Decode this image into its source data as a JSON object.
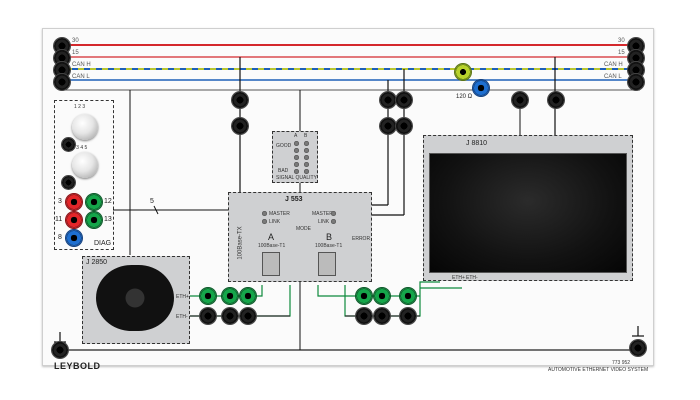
{
  "rails": [
    "30",
    "15",
    "CAN H",
    "CAN L"
  ],
  "resistor_label": "120 Ω",
  "diag": {
    "label": "DIAG",
    "sockets": [
      "3",
      "12",
      "11",
      "13",
      "8"
    ],
    "knob1_scale": [
      "1",
      "2",
      "3"
    ],
    "knob2_scale": [
      "2",
      "3",
      "4",
      "5"
    ]
  },
  "cable_label": "5",
  "signal_quality": {
    "columns": [
      "A",
      "B"
    ],
    "rows": [
      "GOOD",
      "BAD"
    ],
    "caption": "SIGNAL QUALITY"
  },
  "switch": {
    "id": "J 553",
    "side_label": "100Base-TX",
    "labels": [
      "MASTER",
      "MASTER",
      "LINK",
      "LINK"
    ],
    "mode_label": "MODE",
    "port_a": "A",
    "port_b": "B",
    "port_a_sub": "100Base-T1",
    "port_b_sub": "100Base-T1",
    "error_label": "ERROR"
  },
  "camera": {
    "id": "J 2850",
    "port_labels": [
      "ETH+",
      "ETH-"
    ]
  },
  "display": {
    "id": "J 8810",
    "port_labels": [
      "ETH+",
      "ETH-"
    ]
  },
  "footer": {
    "brand": "LEYBOLD",
    "part_no": "773 952",
    "title": "AUTOMOTIVE ETHERNET VIDEO SYSTEM"
  }
}
